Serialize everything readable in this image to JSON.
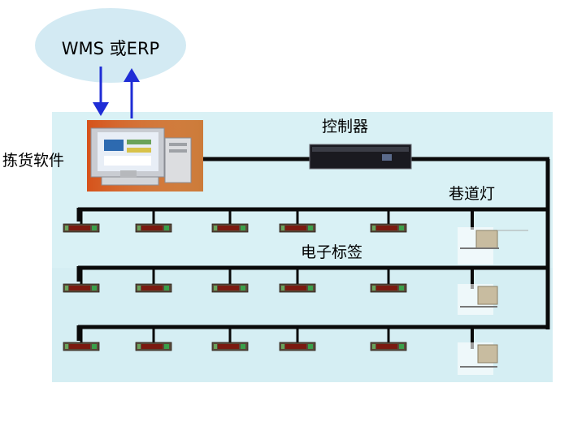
{
  "labels": {
    "wms": "WMS 或ERP",
    "picking_software": "拣货软件",
    "controller": "控制器",
    "aisle_light": "巷道灯",
    "electronic_tag": "电子标签"
  },
  "colors": {
    "panel_bg": "#d9f1f5",
    "cloud_fill": "#d3eaf3",
    "arrow": "#1f2dd6",
    "bus_line": "#0a0a0a",
    "tag_body": "#5a4a3a",
    "tag_display": "#7a1a10"
  },
  "icons": {
    "computer": "computer-icon",
    "controller": "controller-device-icon",
    "tag": "electronic-tag-icon",
    "light": "aisle-light-icon"
  }
}
